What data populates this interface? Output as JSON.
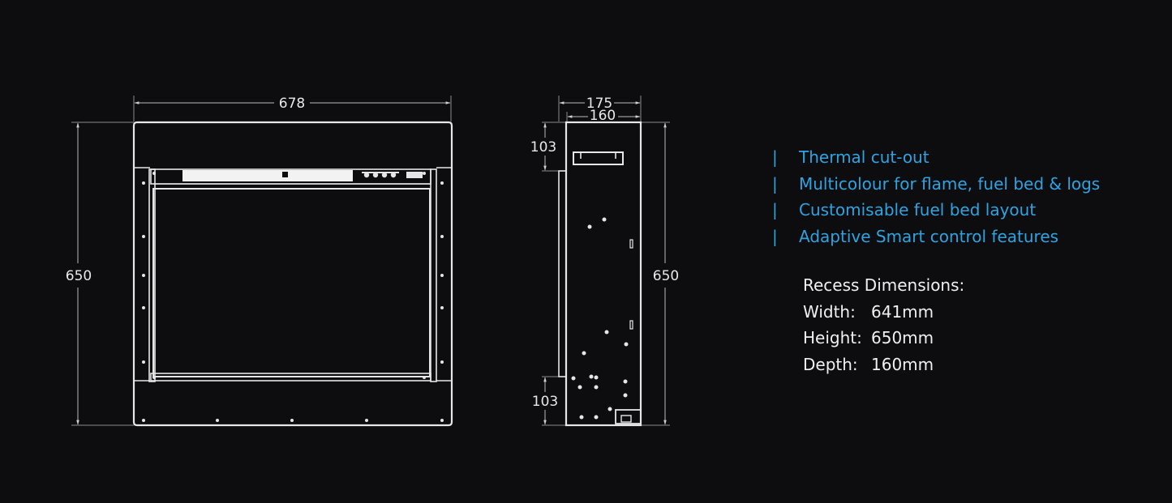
{
  "front_view": {
    "width_label": "678",
    "height_label": "650"
  },
  "side_view": {
    "outer_depth_label": "175",
    "inner_depth_label": "160",
    "top_offset_label": "103",
    "bottom_offset_label": "103",
    "height_label": "650"
  },
  "features": [
    {
      "bullet": "|",
      "text": "Thermal cut-out"
    },
    {
      "bullet": "|",
      "text": "Multicolour for flame, fuel bed & logs"
    },
    {
      "bullet": "|",
      "text": "Customisable fuel bed layout"
    },
    {
      "bullet": "|",
      "text": "Adaptive Smart control features"
    }
  ],
  "recess": {
    "heading": "Recess Dimensions:",
    "rows": [
      {
        "label": "Width:",
        "value": "641mm"
      },
      {
        "label": "Height:",
        "value": "650mm"
      },
      {
        "label": "Depth:",
        "value": "160mm"
      }
    ]
  },
  "colors": {
    "background": "#0d0d10",
    "line": "#e8e8e8",
    "accent": "#2fa3e0"
  }
}
